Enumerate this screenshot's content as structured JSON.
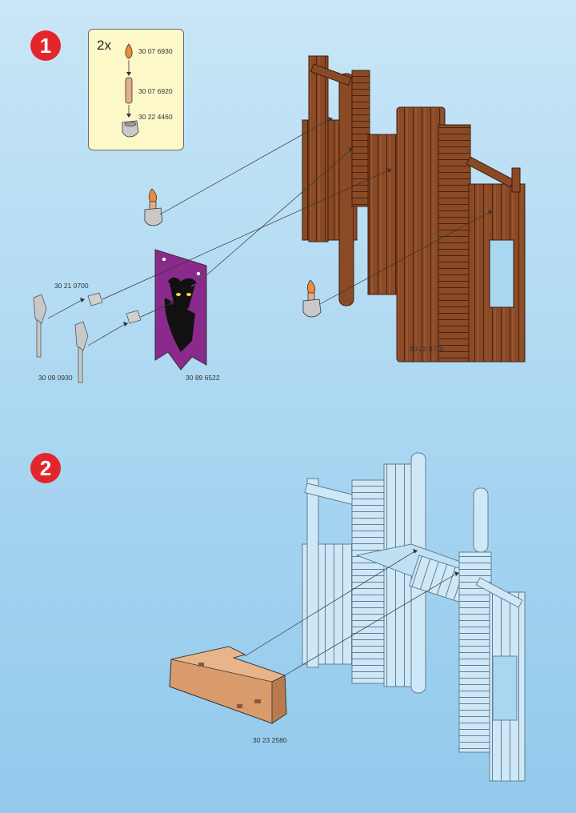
{
  "steps": {
    "step1": {
      "number": "1"
    },
    "step2": {
      "number": "2"
    }
  },
  "parts_box": {
    "quantity": "2x",
    "parts": [
      {
        "part_number": "30 07 6930"
      },
      {
        "part_number": "30 07 6920"
      },
      {
        "part_number": "30 22 4460"
      }
    ]
  },
  "step1_labels": {
    "clip": "30 21 0700",
    "axe": "30 09 0930",
    "banner": "30 89 6522",
    "tower_wall": "30 22 8770"
  },
  "step2_labels": {
    "base": "30 23 2580"
  },
  "colors": {
    "step_badge": "#e3262b",
    "wood": "#8a4a26",
    "wood_dark": "#5b2e14",
    "banner": "#8a2a8c",
    "base_part": "#d99a6c",
    "previous_build": "#cfe8f7",
    "parts_box_bg": "#fdf8c8"
  }
}
